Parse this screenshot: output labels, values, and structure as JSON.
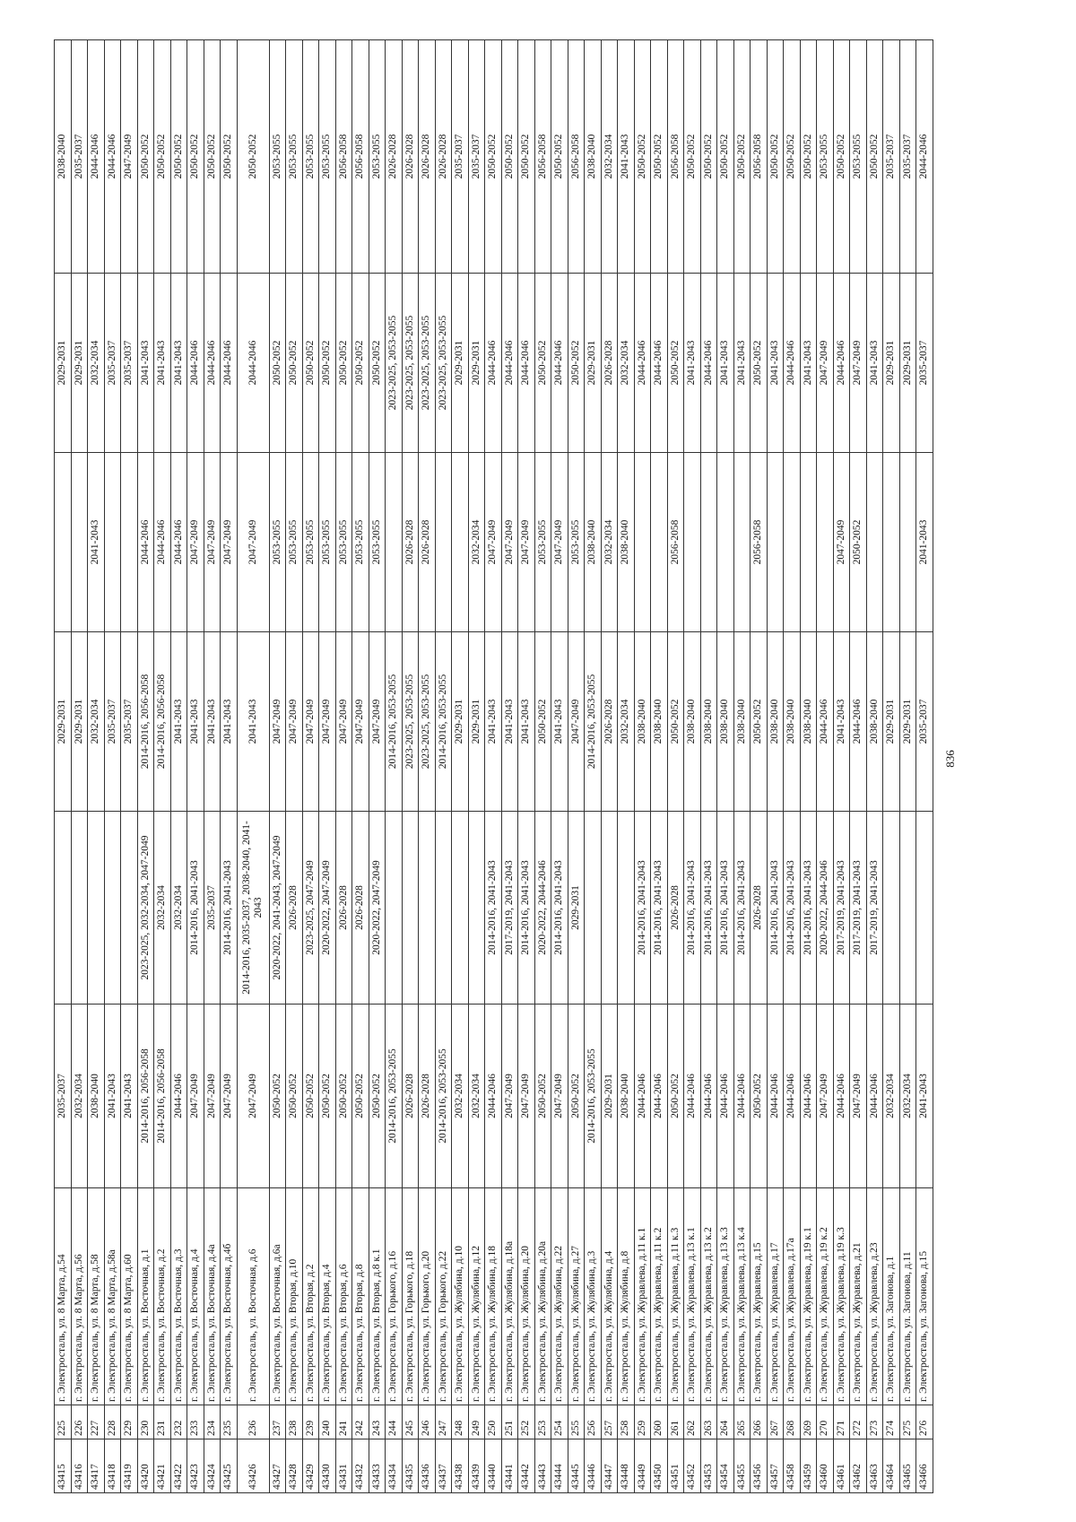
{
  "page_number": "836",
  "rows": [
    [
      "43415",
      "225",
      "г. Электросталь, ул. 8 Марта, д.54",
      "2035-2037",
      "",
      "2029-2031",
      "",
      "2029-2031",
      "2038-2040"
    ],
    [
      "43416",
      "226",
      "г. Электросталь, ул. 8 Марта, д.56",
      "2032-2034",
      "",
      "2029-2031",
      "",
      "2029-2031",
      "2035-2037"
    ],
    [
      "43417",
      "227",
      "г. Электросталь, ул. 8 Марта, д.58",
      "2038-2040",
      "",
      "2032-2034",
      "2041-2043",
      "2032-2034",
      "2044-2046"
    ],
    [
      "43418",
      "228",
      "г. Электросталь, ул. 8 Марта, д.58а",
      "2041-2043",
      "",
      "2035-2037",
      "",
      "2035-2037",
      "2044-2046"
    ],
    [
      "43419",
      "229",
      "г. Электросталь, ул. 8 Марта, д.60",
      "2041-2043",
      "",
      "2035-2037",
      "",
      "2035-2037",
      "2047-2049"
    ],
    [
      "43420",
      "230",
      "г. Электросталь, ул. Восточная, д.1",
      "2014-2016, 2056-2058",
      "2023-2025, 2032-2034, 2047-2049",
      "2014-2016, 2056-2058",
      "2044-2046",
      "2041-2043",
      "2050-2052"
    ],
    [
      "43421",
      "231",
      "г. Электросталь, ул. Восточная, д.2",
      "2014-2016, 2056-2058",
      "2032-2034",
      "2014-2016, 2056-2058",
      "2044-2046",
      "2041-2043",
      "2050-2052"
    ],
    [
      "43422",
      "232",
      "г. Электросталь, ул. Восточная, д.3",
      "2044-2046",
      "2032-2034",
      "2041-2043",
      "2044-2046",
      "2041-2043",
      "2050-2052"
    ],
    [
      "43423",
      "233",
      "г. Электросталь, ул. Восточная, д.4",
      "2047-2049",
      "2014-2016, 2041-2043",
      "2041-2043",
      "2047-2049",
      "2044-2046",
      "2050-2052"
    ],
    [
      "43424",
      "234",
      "г. Электросталь, ул. Восточная, д.4а",
      "2047-2049",
      "2035-2037",
      "2041-2043",
      "2047-2049",
      "2044-2046",
      "2050-2052"
    ],
    [
      "43425",
      "235",
      "г. Электросталь, ул. Восточная, д.4б",
      "2047-2049",
      "2014-2016, 2041-2043",
      "2041-2043",
      "2047-2049",
      "2044-2046",
      "2050-2052"
    ],
    [
      "43426",
      "236",
      "г. Электросталь, ул. Восточная, д.6",
      "2047-2049",
      "2014-2016, 2035-2037, 2038-2040, 2041-2043",
      "2041-2043",
      "2047-2049",
      "2044-2046",
      "2050-2052"
    ],
    [
      "43427",
      "237",
      "г. Электросталь, ул. Восточная, д.6а",
      "2050-2052",
      "2020-2022, 2041-2043, 2047-2049",
      "2047-2049",
      "2053-2055",
      "2050-2052",
      "2053-2055"
    ],
    [
      "43428",
      "238",
      "г. Электросталь, ул. Вторая, д.10",
      "2050-2052",
      "2026-2028",
      "2047-2049",
      "2053-2055",
      "2050-2052",
      "2053-2055"
    ],
    [
      "43429",
      "239",
      "г. Электросталь, ул. Вторая, д.2",
      "2050-2052",
      "2023-2025, 2047-2049",
      "2047-2049",
      "2053-2055",
      "2050-2052",
      "2053-2055"
    ],
    [
      "43430",
      "240",
      "г. Электросталь, ул. Вторая, д.4",
      "2050-2052",
      "2020-2022, 2047-2049",
      "2047-2049",
      "2053-2055",
      "2050-2052",
      "2053-2055"
    ],
    [
      "43431",
      "241",
      "г. Электросталь, ул. Вторая, д.6",
      "2050-2052",
      "2026-2028",
      "2047-2049",
      "2053-2055",
      "2050-2052",
      "2056-2058"
    ],
    [
      "43432",
      "242",
      "г. Электросталь, ул. Вторая, д.8",
      "2050-2052",
      "2026-2028",
      "2047-2049",
      "2053-2055",
      "2050-2052",
      "2056-2058"
    ],
    [
      "43433",
      "243",
      "г. Электросталь, ул. Вторая, д.8 к.1",
      "2050-2052",
      "2020-2022, 2047-2049",
      "2047-2049",
      "2053-2055",
      "2050-2052",
      "2053-2055"
    ],
    [
      "43434",
      "244",
      "г. Электросталь, ул. Горького, д.16",
      "2014-2016, 2053-2055",
      "",
      "2014-2016, 2053-2055",
      "",
      "2023-2025, 2053-2055",
      "2026-2028"
    ],
    [
      "43435",
      "245",
      "г. Электросталь, ул. Горького, д.18",
      "2026-2028",
      "",
      "2023-2025, 2053-2055",
      "2026-2028",
      "2023-2025, 2053-2055",
      "2026-2028"
    ],
    [
      "43436",
      "246",
      "г. Электросталь, ул. Горького, д.20",
      "2026-2028",
      "",
      "2023-2025, 2053-2055",
      "2026-2028",
      "2023-2025, 2053-2055",
      "2026-2028"
    ],
    [
      "43437",
      "247",
      "г. Электросталь, ул. Горького, д.22",
      "2014-2016, 2053-2055",
      "",
      "2014-2016, 2053-2055",
      "",
      "2023-2025, 2053-2055",
      "2026-2028"
    ],
    [
      "43438",
      "248",
      "г. Электросталь, ул. Жулябина, д.10",
      "2032-2034",
      "",
      "2029-2031",
      "",
      "2029-2031",
      "2035-2037"
    ],
    [
      "43439",
      "249",
      "г. Электросталь, ул. Жулябина, д.12",
      "2032-2034",
      "",
      "2029-2031",
      "2032-2034",
      "2029-2031",
      "2035-2037"
    ],
    [
      "43440",
      "250",
      "г. Электросталь, ул. Жулябина, д.18",
      "2044-2046",
      "2014-2016, 2041-2043",
      "2041-2043",
      "2047-2049",
      "2044-2046",
      "2050-2052"
    ],
    [
      "43441",
      "251",
      "г. Электросталь, ул. Жулябина, д.18а",
      "2047-2049",
      "2017-2019, 2041-2043",
      "2041-2043",
      "2047-2049",
      "2044-2046",
      "2050-2052"
    ],
    [
      "43442",
      "252",
      "г. Электросталь, ул. Жулябина, д.20",
      "2047-2049",
      "2014-2016, 2041-2043",
      "2041-2043",
      "2047-2049",
      "2044-2046",
      "2050-2052"
    ],
    [
      "43443",
      "253",
      "г. Электросталь, ул. Жулябина, д.20а",
      "2050-2052",
      "2020-2022, 2044-2046",
      "2050-2052",
      "2053-2055",
      "2050-2052",
      "2056-2058"
    ],
    [
      "43444",
      "254",
      "г. Электросталь, ул. Жулябина, д.22",
      "2047-2049",
      "2014-2016, 2041-2043",
      "2041-2043",
      "2047-2049",
      "2044-2046",
      "2050-2052"
    ],
    [
      "43445",
      "255",
      "г. Электросталь, ул. Жулябина, д.27",
      "2050-2052",
      "2029-2031",
      "2047-2049",
      "2053-2055",
      "2050-2052",
      "2056-2058"
    ],
    [
      "43446",
      "256",
      "г. Электросталь, ул. Жулябина, д.3",
      "2014-2016, 2053-2055",
      "",
      "2014-2016, 2053-2055",
      "2038-2040",
      "2029-2031",
      "2038-2040"
    ],
    [
      "43447",
      "257",
      "г. Электросталь, ул. Жулябина, д.4",
      "2029-2031",
      "",
      "2026-2028",
      "2032-2034",
      "2026-2028",
      "2032-2034"
    ],
    [
      "43448",
      "258",
      "г. Электросталь, ул. Жулябина, д.8",
      "2038-2040",
      "",
      "2032-2034",
      "2038-2040",
      "2032-2034",
      "2041-2043"
    ],
    [
      "43449",
      "259",
      "г. Электросталь, ул. Журавлева, д.11 к.1",
      "2044-2046",
      "2014-2016, 2041-2043",
      "2038-2040",
      "",
      "2044-2046",
      "2050-2052"
    ],
    [
      "43450",
      "260",
      "г. Электросталь, ул. Журавлева, д.11 к.2",
      "2044-2046",
      "2014-2016, 2041-2043",
      "2038-2040",
      "",
      "2044-2046",
      "2050-2052"
    ],
    [
      "43451",
      "261",
      "г. Электросталь, ул. Журавлева, д.11 к.3",
      "2050-2052",
      "2026-2028",
      "2050-2052",
      "2056-2058",
      "2050-2052",
      "2056-2058"
    ],
    [
      "43452",
      "262",
      "г. Электросталь, ул. Журавлева, д.13 к.1",
      "2044-2046",
      "2014-2016, 2041-2043",
      "2038-2040",
      "",
      "2041-2043",
      "2050-2052"
    ],
    [
      "43453",
      "263",
      "г. Электросталь, ул. Журавлева, д.13 к.2",
      "2044-2046",
      "2014-2016, 2041-2043",
      "2038-2040",
      "",
      "2044-2046",
      "2050-2052"
    ],
    [
      "43454",
      "264",
      "г. Электросталь, ул. Журавлева, д.13 к.3",
      "2044-2046",
      "2014-2016, 2041-2043",
      "2038-2040",
      "",
      "2041-2043",
      "2050-2052"
    ],
    [
      "43455",
      "265",
      "г. Электросталь, ул. Журавлева, д.13 к.4",
      "2044-2046",
      "2014-2016, 2041-2043",
      "2038-2040",
      "",
      "2041-2043",
      "2050-2052"
    ],
    [
      "43456",
      "266",
      "г. Электросталь, ул. Журавлева, д.15",
      "2050-2052",
      "2026-2028",
      "2050-2052",
      "2056-2058",
      "2050-2052",
      "2056-2058"
    ],
    [
      "43457",
      "267",
      "г. Электросталь, ул. Журавлева, д.17",
      "2044-2046",
      "2014-2016, 2041-2043",
      "2038-2040",
      "",
      "2041-2043",
      "2050-2052"
    ],
    [
      "43458",
      "268",
      "г. Электросталь, ул. Журавлева, д.17а",
      "2044-2046",
      "2014-2016, 2041-2043",
      "2038-2040",
      "",
      "2044-2046",
      "2050-2052"
    ],
    [
      "43459",
      "269",
      "г. Электросталь, ул. Журавлева, д.19 к.1",
      "2044-2046",
      "2014-2016, 2041-2043",
      "2038-2040",
      "",
      "2041-2043",
      "2050-2052"
    ],
    [
      "43460",
      "270",
      "г. Электросталь, ул. Журавлева, д.19 к.2",
      "2047-2049",
      "2020-2022, 2044-2046",
      "2044-2046",
      "",
      "2047-2049",
      "2053-2055"
    ],
    [
      "43461",
      "271",
      "г. Электросталь, ул. Журавлева, д.19 к.3",
      "2044-2046",
      "2017-2019, 2041-2043",
      "2041-2043",
      "2047-2049",
      "2044-2046",
      "2050-2052"
    ],
    [
      "43462",
      "272",
      "г. Электросталь, ул. Журавлева, д.21",
      "2047-2049",
      "2017-2019, 2041-2043",
      "2044-2046",
      "2050-2052",
      "2047-2049",
      "2053-2055"
    ],
    [
      "43463",
      "273",
      "г. Электросталь, ул. Журавлева, д.23",
      "2044-2046",
      "2017-2019, 2041-2043",
      "2038-2040",
      "",
      "2041-2043",
      "2050-2052"
    ],
    [
      "43464",
      "274",
      "г. Электросталь, ул. Загонова, д.1",
      "2032-2034",
      "",
      "2029-2031",
      "",
      "2029-2031",
      "2035-2037"
    ],
    [
      "43465",
      "275",
      "г. Электросталь, ул. Загонова, д.11",
      "2032-2034",
      "",
      "2029-2031",
      "",
      "2029-2031",
      "2035-2037"
    ],
    [
      "43466",
      "276",
      "г. Электросталь, ул. Загонова, д.15",
      "2041-2043",
      "",
      "2035-2037",
      "2041-2043",
      "2035-2037",
      "2044-2046"
    ]
  ]
}
